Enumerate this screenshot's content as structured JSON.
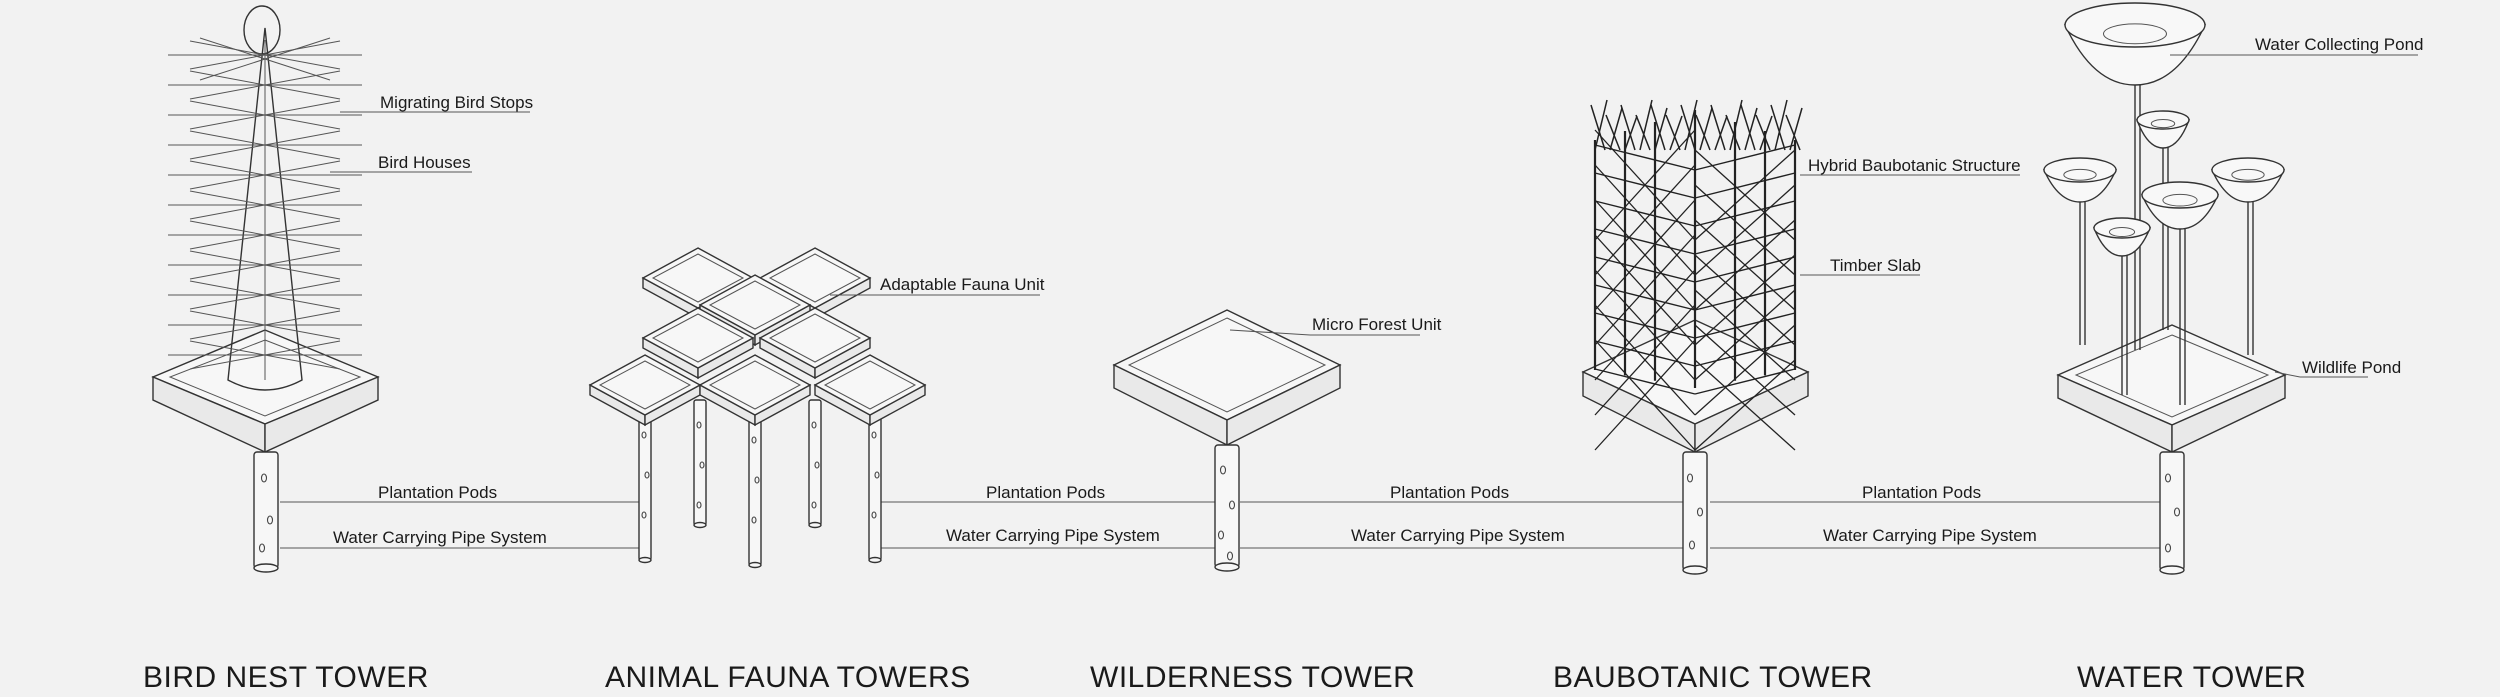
{
  "titles": {
    "bird_nest": "BIRD NEST TOWER",
    "animal_fauna": "ANIMAL FAUNA TOWERS",
    "wilderness": "WILDERNESS TOWER",
    "baubotanic": "BAUBOTANIC TOWER",
    "water": "WATER TOWER"
  },
  "labels": {
    "migrating_bird_stops": "Migrating Bird Stops",
    "bird_houses": "Bird Houses",
    "adaptable_fauna_unit": "Adaptable Fauna Unit",
    "micro_forest_unit": "Micro Forest Unit",
    "hybrid_baubotanic_structure": "Hybrid Baubotanic Structure",
    "timber_slab": "Timber Slab",
    "water_collecting_pond": "Water Collecting Pond",
    "wildlife_pond": "Wildlife Pond"
  },
  "connectors": [
    {
      "pods": "Plantation Pods",
      "pipe": "Water Carrying Pipe System"
    },
    {
      "pods": "Plantation Pods",
      "pipe": "Water Carrying Pipe System"
    },
    {
      "pods": "Plantation Pods",
      "pipe": "Water Carrying Pipe System"
    },
    {
      "pods": "Plantation Pods",
      "pipe": "Water Carrying Pipe System"
    }
  ]
}
